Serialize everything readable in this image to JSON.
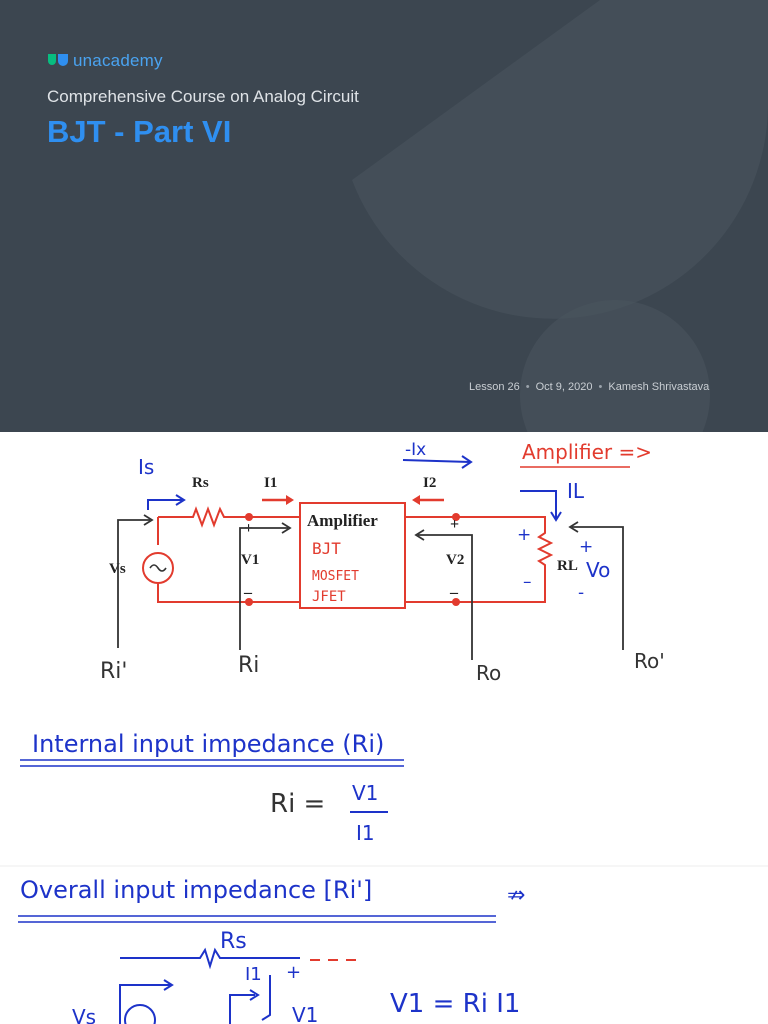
{
  "cover": {
    "brand": "unacademy",
    "course": "Comprehensive Course on Analog Circuit",
    "title": "BJT - Part VI",
    "lesson": "Lesson 26",
    "date": "Oct 9, 2020",
    "author": "Kamesh Shrivastava"
  },
  "diagram": {
    "amplifier_box": [
      "Amplifier",
      "BJT",
      "MOSFET",
      "JFET"
    ],
    "labels": {
      "rs": "Rs",
      "i1": "I1",
      "i2": "I2",
      "vs": "Vs",
      "v1": "V1",
      "v2": "V2",
      "rl": "RL",
      "is": "Is",
      "il": "IL",
      "vo": "Vo",
      "minus_ix": "-Ix",
      "amplifier_arrow": "Amplifier =>",
      "ri_prime": "Ri'",
      "ri": "Ri",
      "ro": "Ro",
      "ro_prime": "Ro'"
    }
  },
  "notes": {
    "internal_heading": "Internal input impedance (Ri)",
    "ri_formula_lhs": "Ri =",
    "ri_formula_num": "V1",
    "ri_formula_den": "I1",
    "overall_heading": "Overall input impedance [Ri']",
    "bottom_eq": "V1 = Ri I1",
    "bottom_rs": "Rs",
    "bottom_i1": "I1",
    "bottom_v1": "V1",
    "bottom_vs": "Vs"
  },
  "colors": {
    "cover_bg": "#3c4650",
    "accent": "#2f8ff0",
    "ink_blue": "#1d33c9",
    "ink_red": "#e23b2e",
    "ink_black": "#333333"
  }
}
